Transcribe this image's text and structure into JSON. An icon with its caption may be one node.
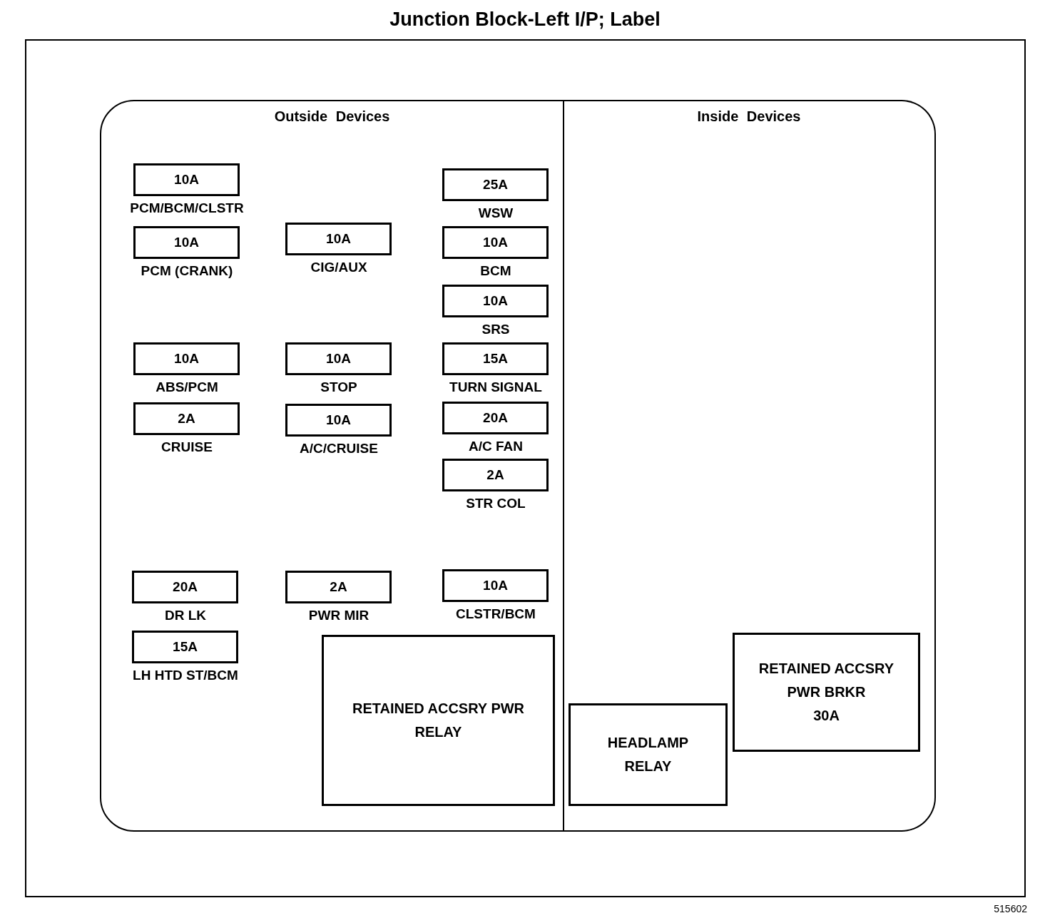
{
  "diagram": {
    "title": "Junction Block-Left I/P; Label",
    "nodes": [
      {
        "text": [
          "Outside Devices"
        ]
      },
      {
        "text": [
          "10A",
          "PCM/BCM/CLSTR"
        ],
        "in": 0
      },
      {
        "text": [
          "25A",
          "WSW"
        ],
        "in": 0
      },
      {
        "text": [
          "10A",
          "CIG/AUX"
        ],
        "in": 0
      },
      {
        "text": [
          "10A",
          "PCM (CRANK)"
        ],
        "in": 0
      },
      {
        "text": [
          "10A",
          "BCM"
        ],
        "in": 0
      },
      {
        "text": [
          "10A",
          "SRS"
        ],
        "in": 0
      },
      {
        "text": [
          "10A",
          "ABS/PCM"
        ],
        "in": 0
      },
      {
        "text": [
          "10A",
          "STOP"
        ],
        "in": 0
      },
      {
        "text": [
          "15A",
          "TURN SIGNAL"
        ],
        "in": 0
      },
      {
        "text": [
          "20A",
          "A/C FAN"
        ],
        "in": 0
      },
      {
        "text": [
          "2A",
          "CRUISE"
        ],
        "in": 0
      },
      {
        "text": [
          "10A",
          "A/C/CRUISE"
        ],
        "in": 0
      },
      {
        "text": [
          "2A",
          "STR COL"
        ],
        "in": 0
      },
      {
        "text": [
          "10A",
          "CLSTR/BCM"
        ],
        "in": 0
      },
      {
        "text": [
          "20A",
          "DR LK"
        ],
        "in": 0
      },
      {
        "text": [
          "2A",
          "PWR MIR"
        ],
        "in": 0
      },
      {
        "text": [
          "15A",
          "LH HTD ST/BCM"
        ],
        "in": 0
      },
      {
        "text": [
          "RETAINED ACCSRY PWR RELAY"
        ],
        "in": 0
      },
      {
        "text": [
          "Inside Devices"
        ]
      },
      {
        "text": [
          "RETAINED ACCSRY PWR BRKR",
          "30A"
        ],
        "in": 19
      },
      {
        "text": [
          "HEADLAMP RELAY"
        ],
        "in": 19
      }
    ],
    "edges": [],
    "labels": [
      "515602"
    ]
  }
}
